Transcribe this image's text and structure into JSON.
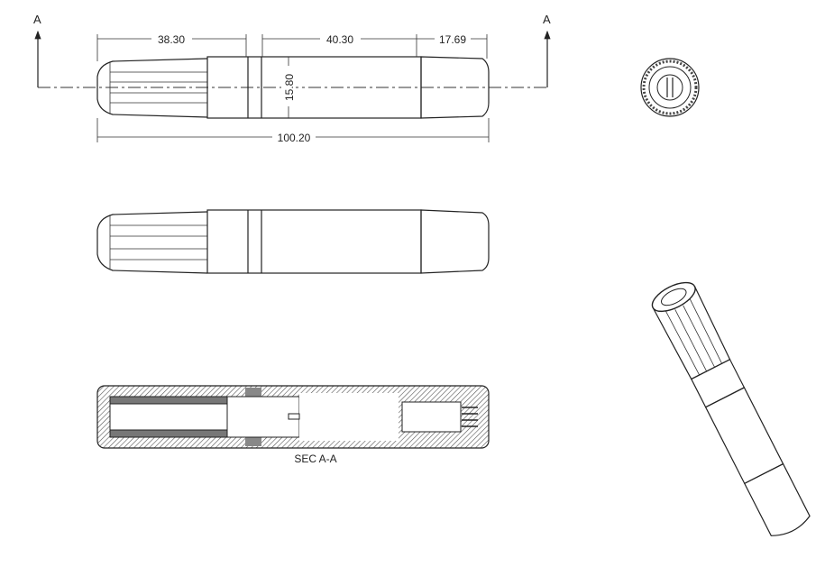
{
  "section_marker": {
    "left_label": "A",
    "right_label": "A"
  },
  "dimensions": {
    "grip_length": "38.30",
    "body_length": "40.30",
    "knurl_length": "17.69",
    "diameter": "15.80",
    "overall_length": "100.20"
  },
  "section_view": {
    "label": "SEC A-A"
  },
  "colors": {
    "line": "#222222",
    "hatch": "#555555",
    "fill_dark": "#777777"
  }
}
